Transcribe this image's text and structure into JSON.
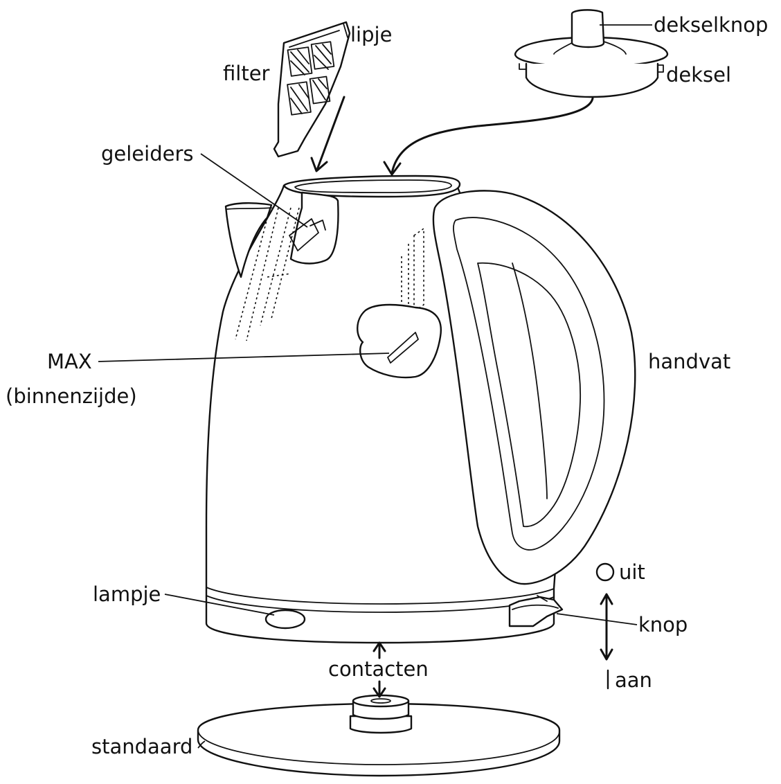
{
  "labels": {
    "lipje": "lipje",
    "filter": "filter",
    "dekselknop": "dekselknop",
    "deksel": "deksel",
    "geleiders": "geleiders",
    "max_line1": "MAX",
    "max_line2": "(binnenzijde)",
    "handvat": "handvat",
    "uit": "uit",
    "lampje": "lampje",
    "knop": "knop",
    "contacten": "contacten",
    "aan": "aan",
    "standaard": "standaard"
  }
}
